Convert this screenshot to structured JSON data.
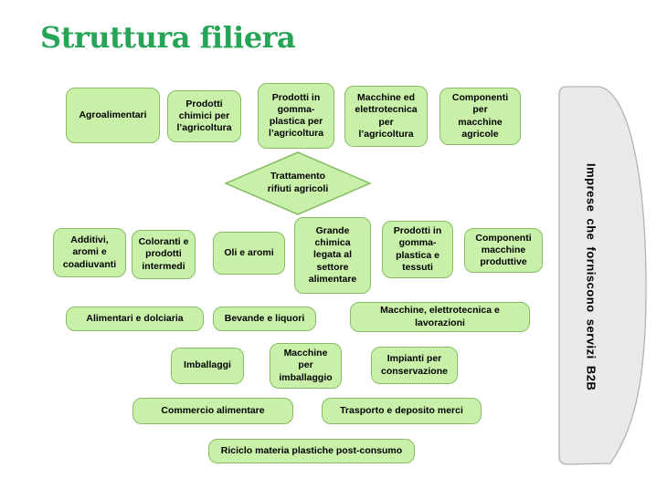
{
  "slide": {
    "title": "Struttura filiera",
    "colors": {
      "title": "#28a457",
      "box_fill": "#c9f0a9",
      "box_border": "#86bd64",
      "sidebar_fill": "#e9e9e9",
      "sidebar_border": "#b3b3b3",
      "text": "#000000"
    },
    "boxes": [
      {
        "label": "Agroalimentari"
      },
      {
        "label": "Prodotti chimici per l’agricoltura"
      },
      {
        "label": "Prodotti in gomma-plastica per l’agricoltura"
      },
      {
        "label": "Macchine ed elettrotecnica per l’agricoltura"
      },
      {
        "label": "Componenti per macchine agricole"
      },
      {
        "label": "Additivi, aromi e coadiuvanti"
      },
      {
        "label": "Coloranti e prodotti intermedi"
      },
      {
        "label": "Oli e aromi"
      },
      {
        "label": "Grande chimica legata al settore alimentare"
      },
      {
        "label": "Prodotti in gomma-plastica e tessuti"
      },
      {
        "label": "Componenti macchine produttive"
      },
      {
        "label": "Alimentari e dolciaria"
      },
      {
        "label": "Bevande e liquori"
      },
      {
        "label": "Macchine, elettrotecnica e lavorazioni"
      },
      {
        "label": "Imballaggi"
      },
      {
        "label": "Macchine per imballaggio"
      },
      {
        "label": "Impianti per conservazione"
      },
      {
        "label": "Commercio alimentare"
      },
      {
        "label": "Trasporto e deposito merci"
      },
      {
        "label": "Riciclo materia plastiche post-consumo"
      }
    ],
    "diamond": {
      "label": "Trattamento rifiuti agricoli"
    },
    "sidebar": {
      "label": "Imprese che forniscono servizi B2B"
    }
  }
}
